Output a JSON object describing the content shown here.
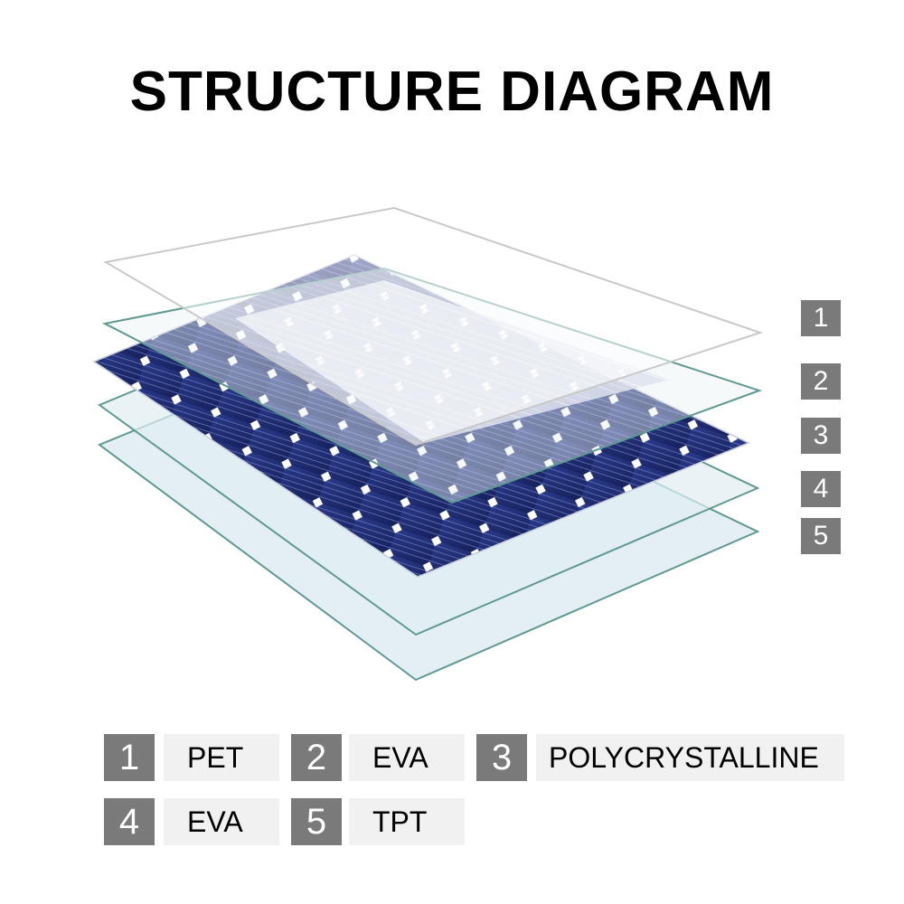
{
  "title": "STRUCTURE DIAGRAM",
  "layers": [
    {
      "number": "1",
      "label": "PET"
    },
    {
      "number": "2",
      "label": "EVA"
    },
    {
      "number": "3",
      "label": "POLYCRYSTALLINE"
    },
    {
      "number": "4",
      "label": "EVA"
    },
    {
      "number": "5",
      "label": "TPT"
    }
  ],
  "colors": {
    "badge": "#7a7a7a",
    "label_bg": "#f1f1f1",
    "cell_blue": "#1f2a6b",
    "glass_edge": "#5f9a92",
    "glass_fill": "#dbeaf0"
  }
}
